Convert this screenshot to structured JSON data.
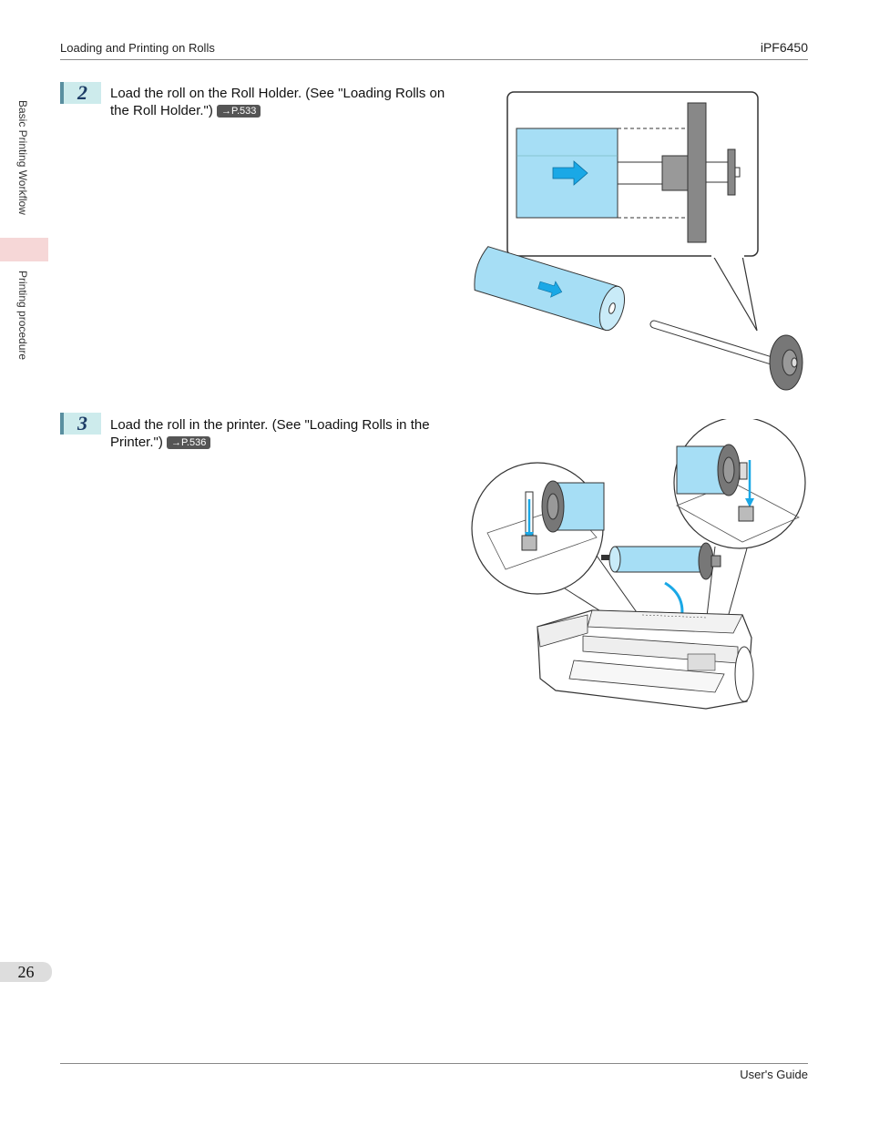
{
  "header": {
    "section": "Loading and Printing on Rolls",
    "model": "iPF6450"
  },
  "side_tabs": [
    "Basic Printing Workflow",
    "Printing procedure"
  ],
  "steps": [
    {
      "number": "2",
      "text": "Load the roll on the Roll Holder.  (See \"Loading Rolls on the Roll Holder.\")",
      "ref": "→P.533"
    },
    {
      "number": "3",
      "text": "Load the roll in the printer.  (See \"Loading Rolls in the Printer.\")",
      "ref": "→P.536"
    }
  ],
  "colors": {
    "roll_blue": "#a6def5",
    "arrow_blue": "#1aa8e6",
    "holder_gray": "#777777",
    "step_bg": "#cdebec",
    "tab_highlight": "#f6d7d7"
  },
  "footer": {
    "page_number": "26",
    "guide": "User's Guide"
  }
}
